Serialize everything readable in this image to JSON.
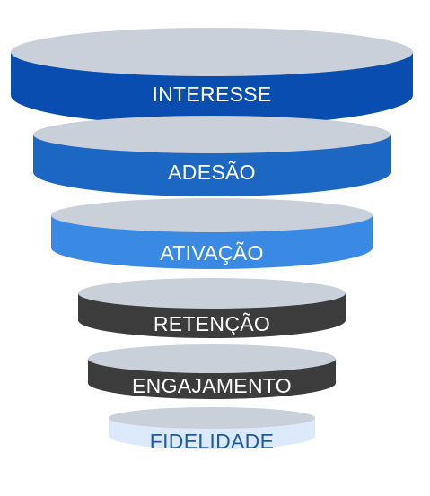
{
  "funnel": {
    "stages": [
      {
        "label": "INTERESSE",
        "body_color": "#0a4db0",
        "top_color": "#c9d0da",
        "label_color": "#ffffff"
      },
      {
        "label": "ADESÃO",
        "body_color": "#1c67c2",
        "top_color": "#c9d0da",
        "label_color": "#ffffff"
      },
      {
        "label": "ATIVAÇÃO",
        "body_color": "#3a8ae4",
        "top_color": "#c9d0da",
        "label_color": "#ffffff"
      },
      {
        "label": "RETENÇÃO",
        "body_color": "#3c3c3c",
        "top_color": "#c9d0da",
        "label_color": "#ffffff"
      },
      {
        "label": "ENGAJAMENTO",
        "body_color": "#3c3c3c",
        "top_color": "#c9d0da",
        "label_color": "#ffffff"
      },
      {
        "label": "FIDELIDADE",
        "body_color": "#dbe9fa",
        "top_color": "#c9d0da",
        "label_color": "#1f5aa0"
      }
    ]
  }
}
